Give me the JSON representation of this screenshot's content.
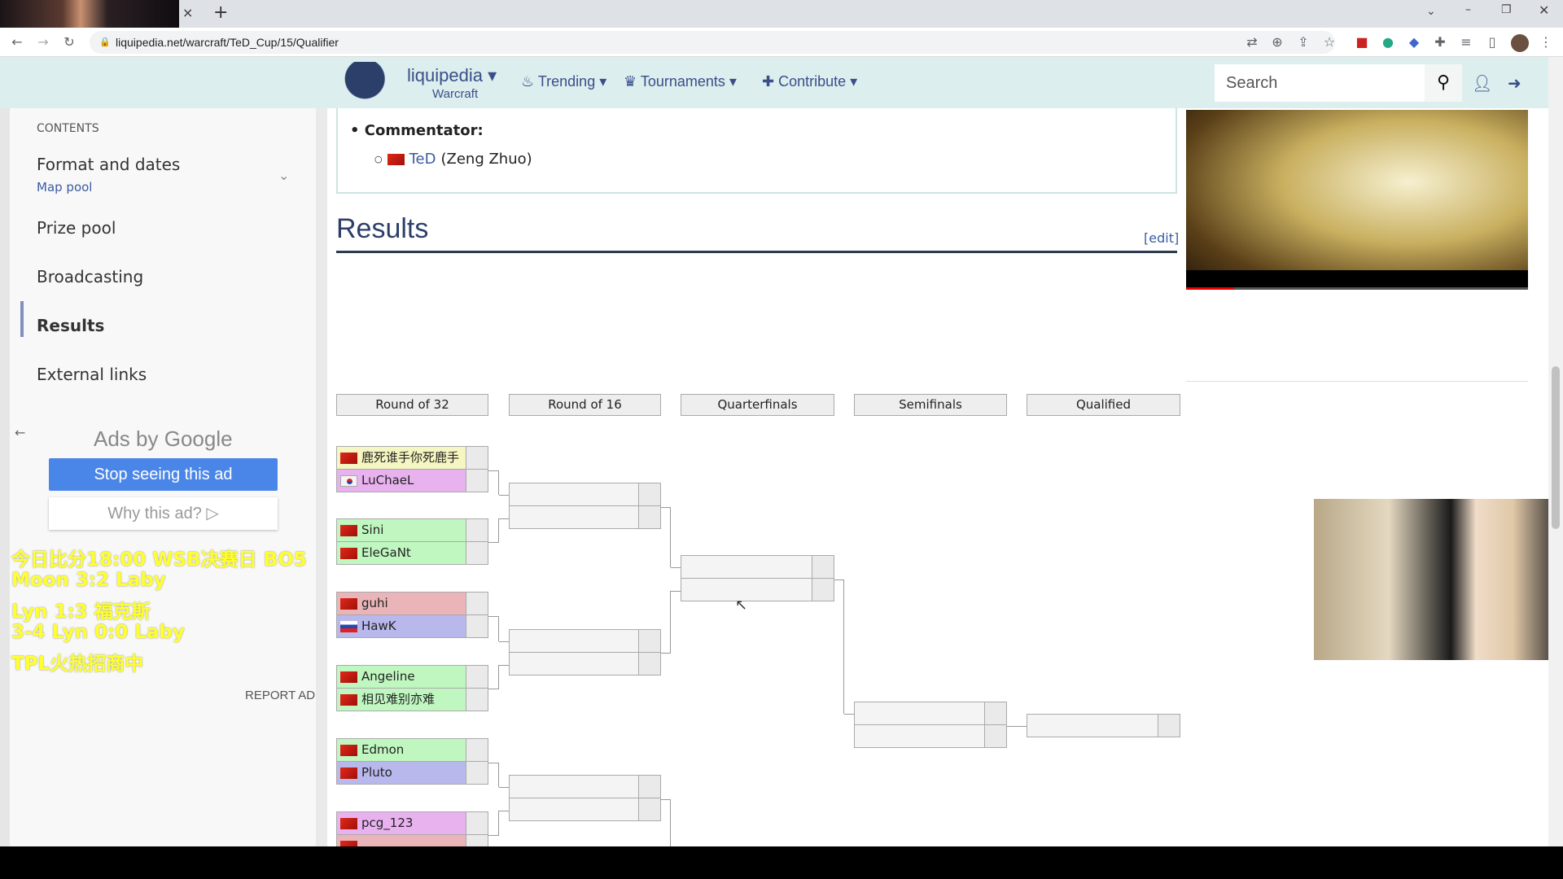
{
  "browser": {
    "url": "liquipedia.net/warcraft/TeD_Cup/15/Qualifier",
    "tab_close": "×",
    "new_tab": "+"
  },
  "nav": {
    "logo_title": "liquipedia",
    "logo_sub": "Warcraft",
    "trending": "Trending",
    "tournaments": "Tournaments",
    "contribute": "Contribute",
    "search_placeholder": "Search"
  },
  "sidebar": {
    "contents_label": "CONTENTS",
    "items": [
      {
        "label": "Format and dates"
      },
      {
        "label": "Map pool"
      },
      {
        "label": "Prize pool"
      },
      {
        "label": "Broadcasting"
      },
      {
        "label": "Results"
      },
      {
        "label": "External links"
      }
    ]
  },
  "ad": {
    "ads_by": "Ads by",
    "google": "Google",
    "stop": "Stop seeing this ad",
    "why": "Why this ad?",
    "report": "REPORT AD"
  },
  "overlay": {
    "lines": [
      "今日比分18:00 WSB决赛日 BO5",
      "Moon 3:2 Laby",
      "Lyn 1:3 福克斯",
      "3-4 Lyn 0:0 Laby",
      "TPL火热招商中"
    ]
  },
  "broadcast": {
    "commentator_label": "Commentator:",
    "commentator_link": "TeD",
    "commentator_name": "(Zeng Zhuo)"
  },
  "results": {
    "title": "Results",
    "edit": "[edit]"
  },
  "bracket": {
    "rounds": [
      "Round of 32",
      "Round of 16",
      "Quarterfinals",
      "Semifinals",
      "Qualified"
    ],
    "r32": [
      [
        {
          "name": "鹿死谁手你死鹿手",
          "flag": "cn",
          "color": "#f6f6c2"
        },
        {
          "name": "LuChaeL",
          "flag": "kr",
          "color": "#e8b2ef"
        }
      ],
      [
        {
          "name": "Sini",
          "flag": "cn",
          "color": "#c0f7c0"
        },
        {
          "name": "EleGaNt",
          "flag": "cn",
          "color": "#c0f7c0"
        }
      ],
      [
        {
          "name": "guhi",
          "flag": "cn",
          "color": "#eab5b8"
        },
        {
          "name": "HawK",
          "flag": "ru",
          "color": "#b9b8ec"
        }
      ],
      [
        {
          "name": "Angeline",
          "flag": "cn",
          "color": "#c0f7c0"
        },
        {
          "name": "相见难别亦难",
          "flag": "cn",
          "color": "#c0f7c0"
        }
      ],
      [
        {
          "name": "Edmon",
          "flag": "cn",
          "color": "#c0f7c0"
        },
        {
          "name": "Pluto",
          "flag": "cn",
          "color": "#b9b8ec"
        }
      ],
      [
        {
          "name": "pcg_123",
          "flag": "cn",
          "color": "#e8b2ef"
        },
        {
          "name": "",
          "flag": "cn",
          "color": "#eab5b8"
        }
      ]
    ]
  }
}
